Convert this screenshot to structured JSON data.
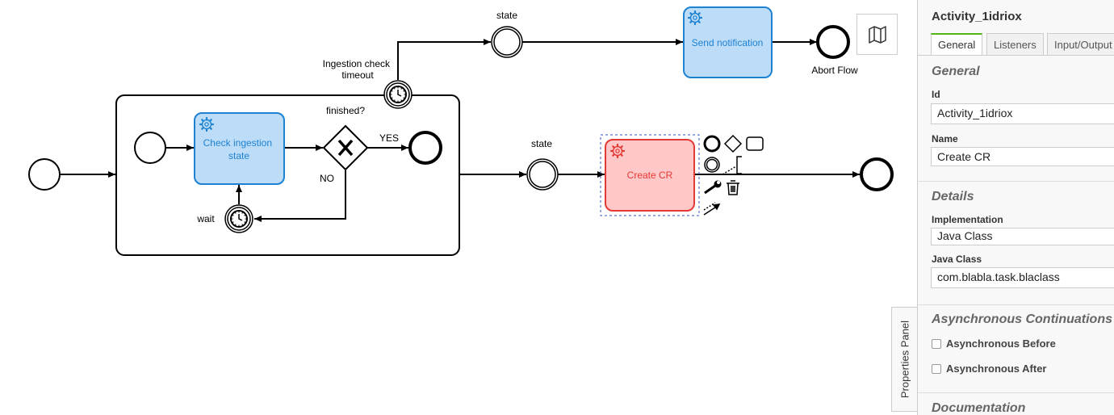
{
  "diagram": {
    "labels": {
      "state_top": "state",
      "timeout": [
        "Ingestion check",
        "timeout"
      ],
      "finished": "finished?",
      "yes": "YES",
      "no": "NO",
      "wait": "wait",
      "state_mid": "state",
      "abort_flow": "Abort Flow"
    },
    "tasks": {
      "send_notification": "Send notification",
      "check_ingestion": [
        "Check ingestion",
        "state"
      ],
      "create_cr": "Create CR"
    },
    "colors": {
      "task_blue_fill": "#bcdcf7",
      "task_blue_stroke": "#1e82d2",
      "task_blue_text": "#1e82d2",
      "task_red_fill": "#ffc8c8",
      "task_red_stroke": "#e53935",
      "task_red_text": "#e53935",
      "selection": "#3a55c8"
    },
    "icons": {
      "minimap": "map-icon",
      "service_task": "gear-icon",
      "timer": "clock-icon",
      "gateway": "x-icon"
    }
  },
  "properties_tab": {
    "label": "Properties Panel"
  },
  "panel": {
    "title": "Activity_1idriox",
    "tabs": [
      "General",
      "Listeners",
      "Input/Output"
    ],
    "active_tab": "General",
    "accent": "#52b415",
    "groups": {
      "general": {
        "title": "General",
        "id_label": "Id",
        "id_value": "Activity_1idriox",
        "name_label": "Name",
        "name_value": "Create CR"
      },
      "details": {
        "title": "Details",
        "implementation_label": "Implementation",
        "implementation_value": "Java Class",
        "java_class_label": "Java Class",
        "java_class_value": "com.blabla.task.blaclass"
      },
      "async": {
        "title": "Asynchronous Continuations",
        "before_label": "Asynchronous Before",
        "after_label": "Asynchronous After"
      },
      "documentation": {
        "title": "Documentation"
      }
    }
  }
}
